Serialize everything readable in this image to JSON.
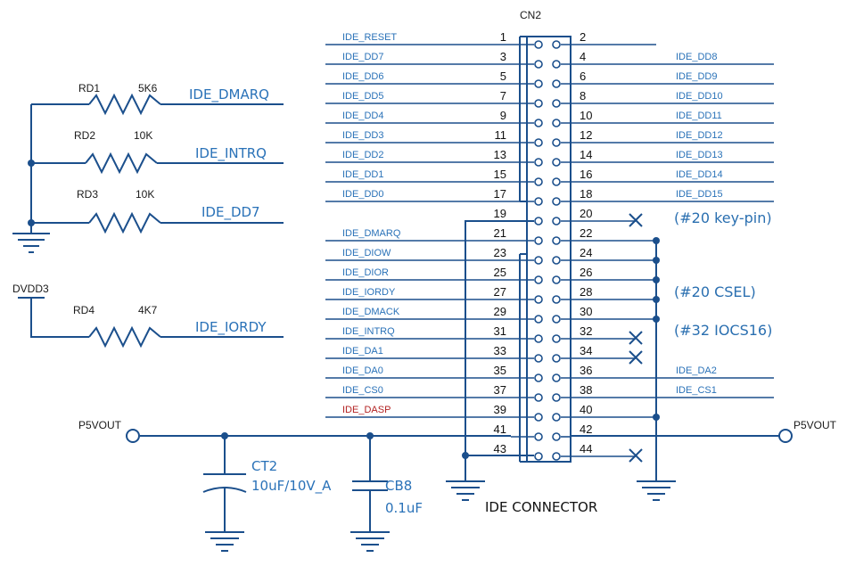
{
  "connector": {
    "ref": "CN2",
    "title": "IDE CONNECTOR",
    "left_pins": [
      "1",
      "3",
      "5",
      "7",
      "9",
      "11",
      "13",
      "15",
      "17",
      "19",
      "21",
      "23",
      "25",
      "27",
      "29",
      "31",
      "33",
      "35",
      "37",
      "39",
      "41",
      "43"
    ],
    "right_pins": [
      "2",
      "4",
      "6",
      "8",
      "10",
      "12",
      "14",
      "16",
      "18",
      "20",
      "22",
      "24",
      "26",
      "28",
      "30",
      "32",
      "34",
      "36",
      "38",
      "40",
      "42",
      "44"
    ],
    "left_signals": [
      "IDE_RESET",
      "IDE_DD7",
      "IDE_DD6",
      "IDE_DD5",
      "IDE_DD4",
      "IDE_DD3",
      "IDE_DD2",
      "IDE_DD1",
      "IDE_DD0",
      "",
      "IDE_DMARQ",
      "IDE_DIOW",
      "IDE_DIOR",
      "IDE_IORDY",
      "IDE_DMACK",
      "IDE_INTRQ",
      "IDE_DA1",
      "IDE_DA0",
      "IDE_CS0",
      "IDE_DASP",
      "",
      ""
    ],
    "right_signals": [
      "",
      "IDE_DD8",
      "IDE_DD9",
      "IDE_DD10",
      "IDE_DD11",
      "IDE_DD12",
      "IDE_DD13",
      "IDE_DD14",
      "IDE_DD15",
      "",
      "",
      "",
      "",
      "",
      "",
      "",
      "",
      "IDE_DA2",
      "IDE_CS1",
      "",
      "",
      ""
    ],
    "notes": [
      "(#20 key-pin)",
      "(#20 CSEL)",
      "(#32 IOCS16)"
    ]
  },
  "resistors": [
    {
      "ref": "RD1",
      "value": "5K6",
      "net": "IDE_DMARQ"
    },
    {
      "ref": "RD2",
      "value": "10K",
      "net": "IDE_INTRQ"
    },
    {
      "ref": "RD3",
      "value": "10K",
      "net": "IDE_DD7"
    },
    {
      "ref": "RD4",
      "value": "4K7",
      "net": "IDE_IORDY"
    }
  ],
  "rail": "DVDD3",
  "power": {
    "left": "P5VOUT",
    "right": "P5VOUT"
  },
  "capacitors": [
    {
      "ref": "CT2",
      "value": "10uF/10V_A"
    },
    {
      "ref": "CB8",
      "value": "0.1uF"
    }
  ],
  "colors": {
    "wire": "#1b4f8c",
    "signal": "#2a72b8",
    "warn": "#b22222",
    "text": "#111111"
  }
}
